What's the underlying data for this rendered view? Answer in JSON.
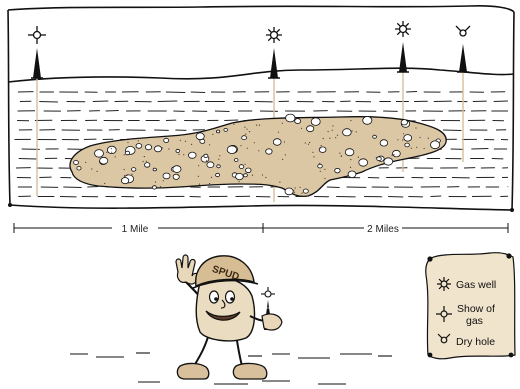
{
  "scale": {
    "mile1_label": "1 Mile",
    "mile2_label": "2 Miles"
  },
  "mascot": {
    "hat_text": "SPUD"
  },
  "legend": {
    "items": [
      {
        "icon": "gas-well-icon",
        "lines": [
          "Gas well"
        ]
      },
      {
        "icon": "show-of-gas-icon",
        "lines": [
          "Show of",
          "gas"
        ]
      },
      {
        "icon": "dry-hole-icon",
        "lines": [
          "Dry hole"
        ]
      }
    ]
  },
  "wells": [
    {
      "type": "show-of-gas"
    },
    {
      "type": "gas-well"
    },
    {
      "type": "gas-well"
    },
    {
      "type": "dry-hole"
    }
  ],
  "colors": {
    "reservoir_fill": "#dcc7a4",
    "legend_paper": "#f0e4cc",
    "borehole": "#d6bf9d",
    "ink": "#111111"
  }
}
